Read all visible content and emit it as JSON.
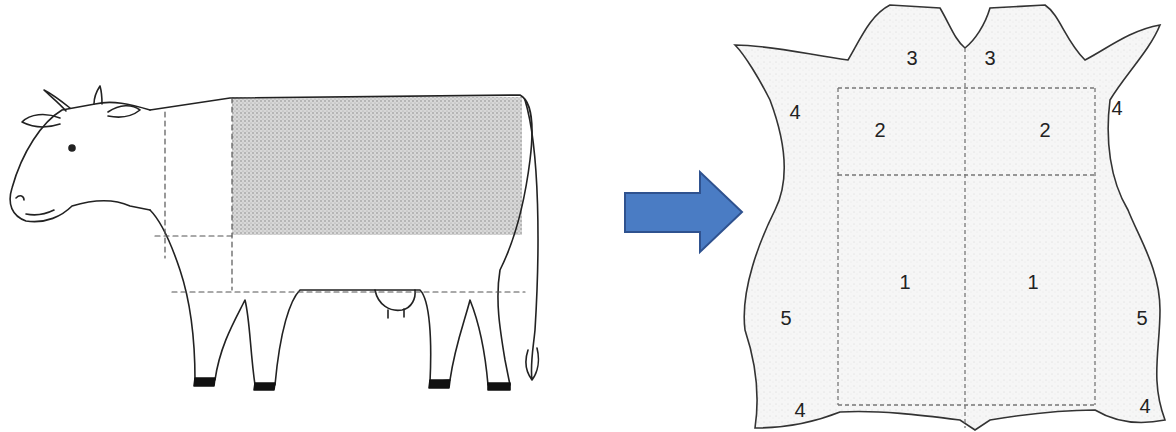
{
  "diagram": {
    "labels": [
      "3",
      "3",
      "4",
      "2",
      "2",
      "4",
      "5",
      "1",
      "1",
      "5",
      "4",
      "4"
    ]
  }
}
